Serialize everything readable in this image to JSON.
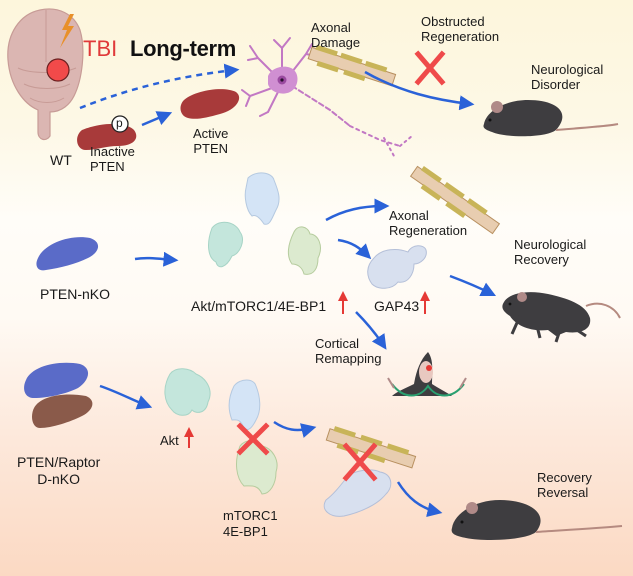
{
  "title": {
    "tbi": "TBI",
    "long_term": "Long-term"
  },
  "colors": {
    "tbi_red": "#e03a3a",
    "arrow_blue": "#2a62d8",
    "inhibit_red": "#ef4a4a",
    "pten_wt": "#a83a3a",
    "pten_nko": "#5a6bc8",
    "raptor": "#8a5a4a",
    "up_arrow_red": "#e53935"
  },
  "wt_row": {
    "genotype": "WT",
    "inactive_pten": "Inactive\nPTEN",
    "inactive_line1": "Inactive",
    "inactive_line2": "PTEN",
    "phospho_label": "p",
    "active_line1": "Active",
    "active_line2": "PTEN",
    "axonal_damage_line1": "Axonal",
    "axonal_damage_line2": "Damage",
    "obstructed_line1": "Obstructed",
    "obstructed_line2": "Regeneration",
    "outcome_line1": "Neurological",
    "outcome_line2": "Disorder"
  },
  "nko_row": {
    "genotype": "PTEN-nKO",
    "pathway": "Akt/mTORC1/4E-BP1",
    "gap43": "GAP43",
    "axonal_regen_line1": "Axonal",
    "axonal_regen_line2": "Regeneration",
    "cortical_line1": "Cortical",
    "cortical_line2": "Remapping",
    "outcome_line1": "Neurological",
    "outcome_line2": "Recovery"
  },
  "dko_row": {
    "genotype_line1": "PTEN/Raptor",
    "genotype_line2": "D-nKO",
    "akt": "Akt",
    "mtorc1": "mTORC1",
    "eb4": "4E-BP1",
    "outcome_line1": "Recovery",
    "outcome_line2": "Reversal"
  }
}
